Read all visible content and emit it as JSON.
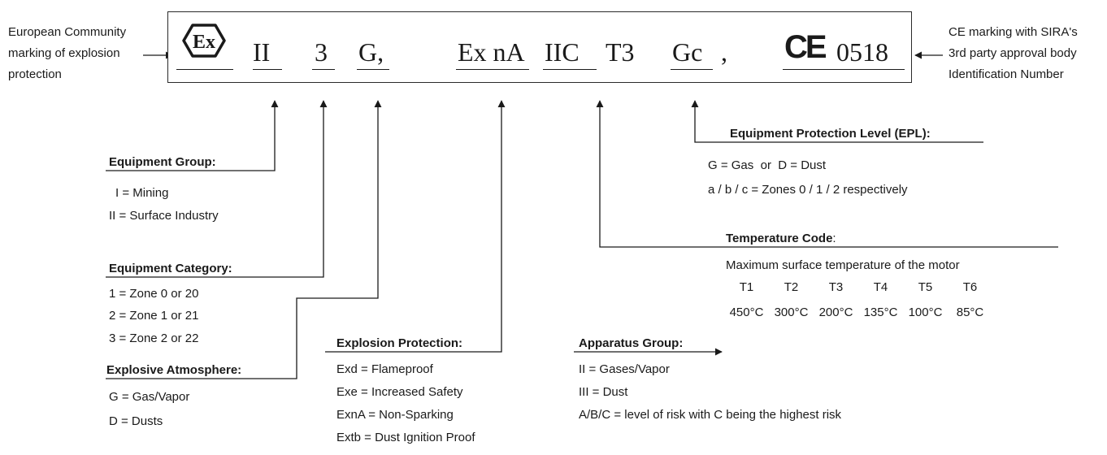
{
  "left_note": [
    "European Community",
    "marking of explosion",
    "protection"
  ],
  "right_note": [
    "CE marking with SIRA's",
    "3rd party approval body",
    "Identification Number"
  ],
  "marking": {
    "ex_symbol": "Ex",
    "group": "II",
    "category": "3",
    "atmosphere": "G,",
    "protection": "Ex nA",
    "apparatus": "IIC",
    "temp": "T3",
    "epl": "Gc",
    "comma": ",",
    "ce": "CE",
    "number": "0518"
  },
  "sections": {
    "equipment_group": {
      "heading": "Equipment Group:",
      "items": [
        "I = Mining",
        "II = Surface Industry"
      ]
    },
    "equipment_category": {
      "heading": "Equipment Category:",
      "items": [
        "1 = Zone 0 or 20",
        "2 = Zone 1 or 21",
        "3 = Zone 2 or 22"
      ]
    },
    "explosive_atmosphere": {
      "heading": "Explosive Atmosphere:",
      "items": [
        "G = Gas/Vapor",
        "D = Dusts"
      ]
    },
    "explosion_protection": {
      "heading": "Explosion Protection:",
      "items": [
        "Exd = Flameproof",
        "Exe = Increased Safety",
        "ExnA = Non-Sparking",
        "Extb = Dust Ignition Proof"
      ]
    },
    "apparatus_group": {
      "heading": "Apparatus Group:",
      "items": [
        "II = Gases/Vapor",
        "III = Dust",
        "A/B/C = level of risk with C being the highest risk"
      ]
    },
    "temperature_code": {
      "heading": "Temperature Code",
      "heading_suffix": ":",
      "description": "Maximum surface temperature of the motor",
      "classes": [
        "T1",
        "T2",
        "T3",
        "T4",
        "T5",
        "T6"
      ],
      "temps": [
        "450°C",
        "300°C",
        "200°C",
        "135°C",
        "100°C",
        "85°C"
      ]
    },
    "epl": {
      "heading": "Equipment Protection Level (EPL):",
      "items": [
        "G = Gas  or  D = Dust",
        "a / b / c = Zones 0 / 1 / 2 respectively"
      ]
    }
  }
}
